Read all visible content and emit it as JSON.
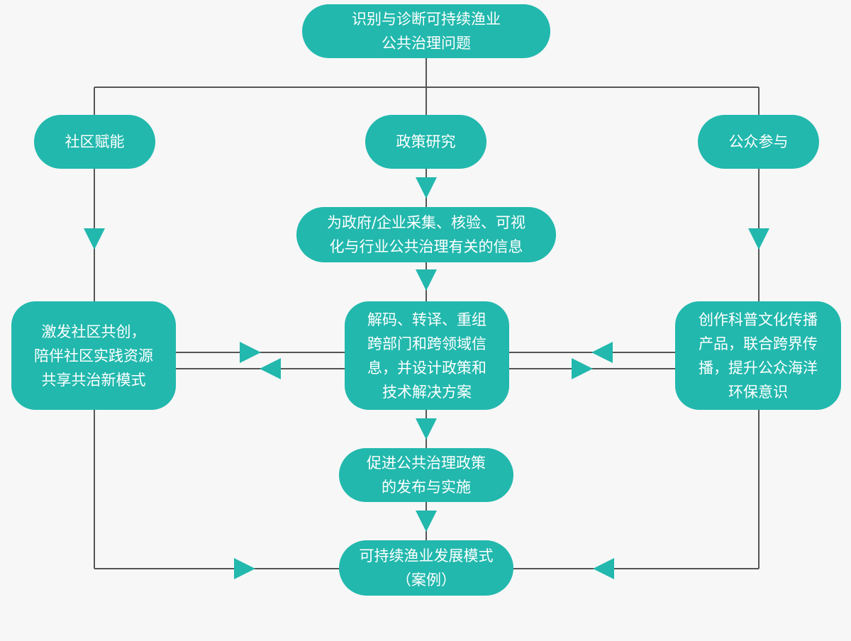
{
  "colors": {
    "node_fill": "#22b8ad",
    "text": "#ffffff",
    "line": "#555555",
    "arrow": "#22b8ad",
    "background": "#f7f7f8"
  },
  "nodes": {
    "top": "识别与诊断可持续渔业\n公共治理问题",
    "community": "社区赋能",
    "policy": "政策研究",
    "public": "公众参与",
    "info": "为政府/企业采集、核验、可视\n化与行业公共治理有关的信息",
    "cocreate": "激发社区共创，\n陪伴社区实践资源\n共享共治新模式",
    "decode": "解码、转译、重组\n跨部门和跨领域信\n息，并设计政策和\n技术解决方案",
    "popsci": "创作科普文化传播\n产品，联合跨界传\n播，提升公众海洋\n环保意识",
    "promote": "促进公共治理政策\n的发布与实施",
    "model": "可持续渔业发展模式\n（案例）"
  }
}
